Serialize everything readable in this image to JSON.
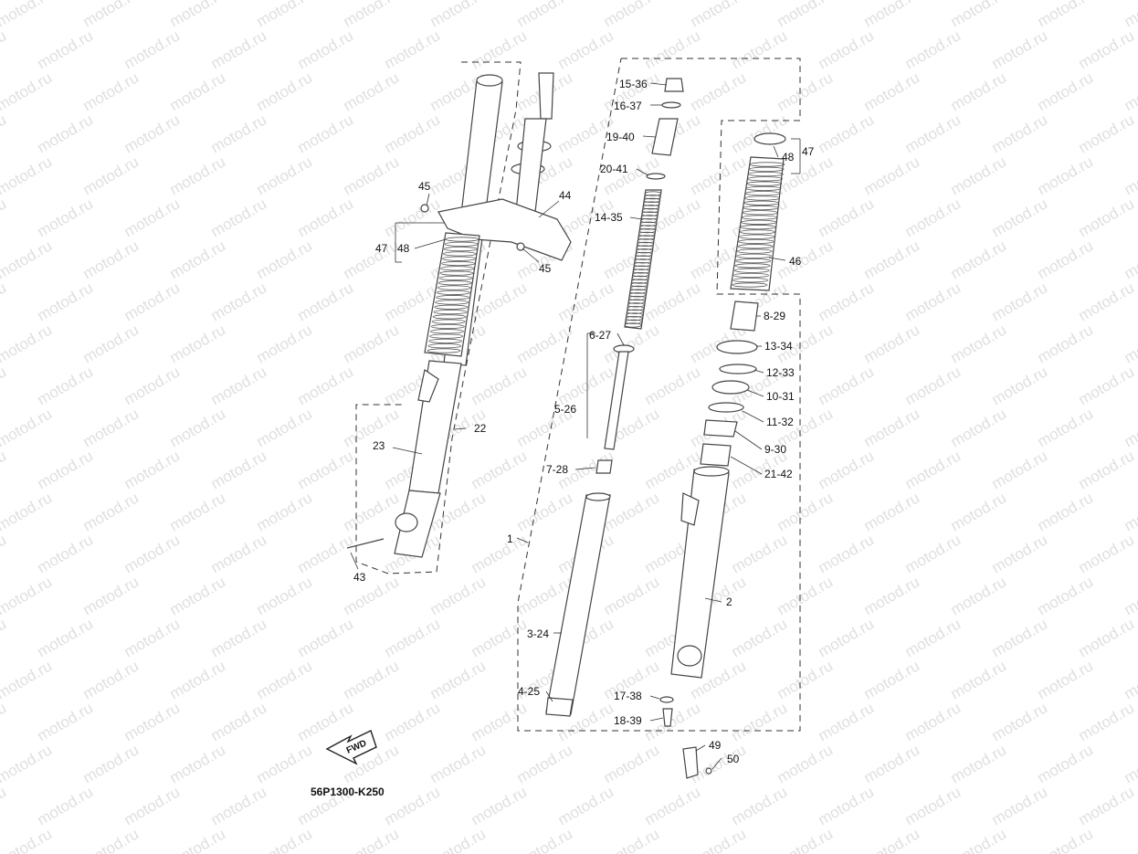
{
  "watermark": "motod.ru",
  "diagram_code": "56P1300-K250",
  "direction_label": "FWD",
  "labels": {
    "l45a": "45",
    "l45b": "45",
    "l44": "44",
    "l47a": "47",
    "l48a": "48",
    "l22": "22",
    "l23": "23",
    "l43": "43",
    "l1": "1",
    "l15": "15-36",
    "l16": "16-37",
    "l19": "19-40",
    "l20": "20-41",
    "l14": "14-35",
    "l6": "6-27",
    "l5": "5-26",
    "l7": "7-28",
    "l3": "3-24",
    "l4": "4-25",
    "l17": "17-38",
    "l18": "18-39",
    "l47b": "47",
    "l48b": "48",
    "l46": "46",
    "l8": "8-29",
    "l13": "13-34",
    "l12": "12-33",
    "l10": "10-31",
    "l11": "11-32",
    "l9": "9-30",
    "l21": "21-42",
    "l2": "2",
    "l49": "49",
    "l50": "50"
  }
}
